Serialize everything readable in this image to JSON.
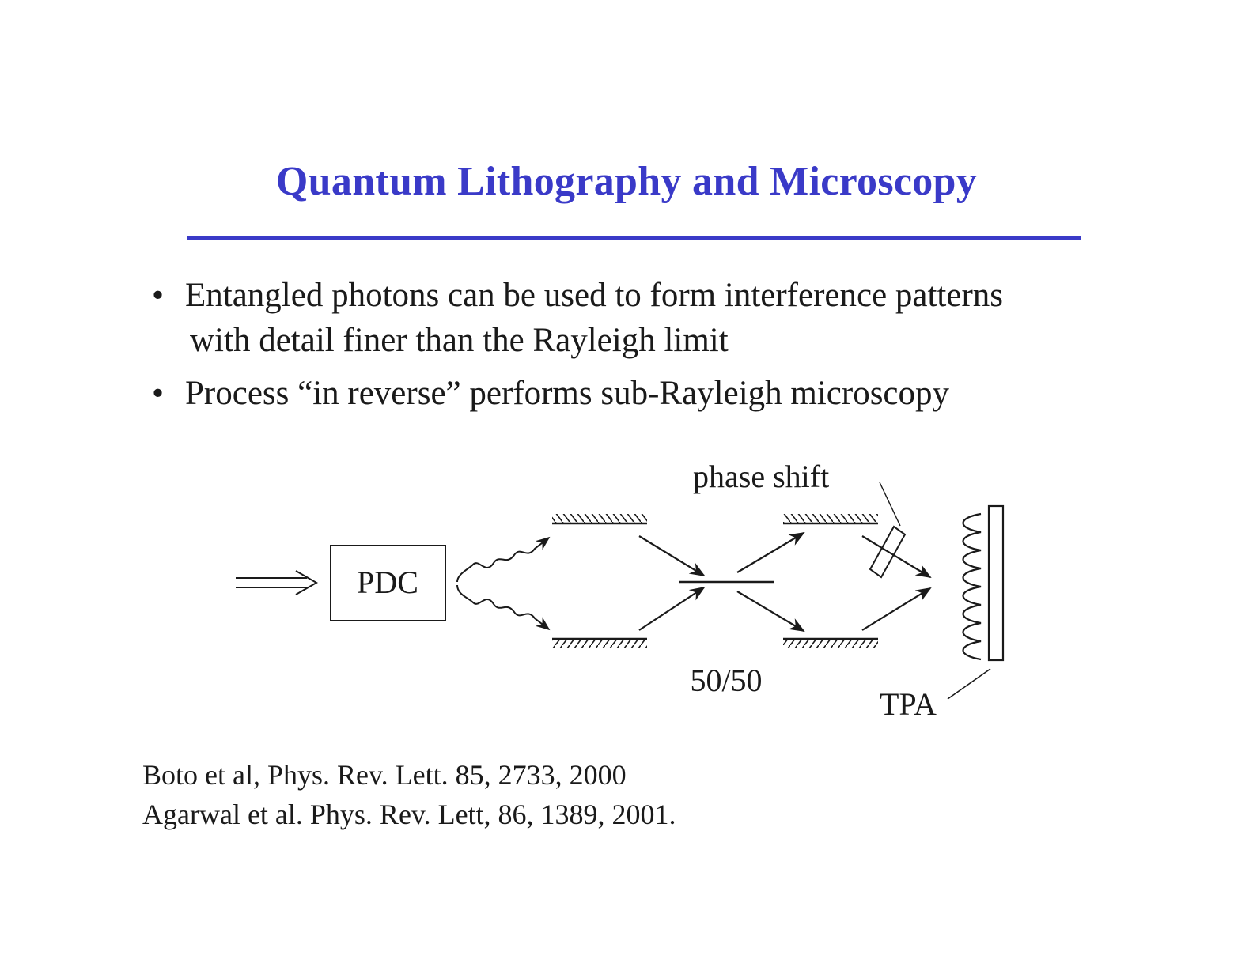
{
  "slide": {
    "title": "Quantum Lithography and Microscopy",
    "title_color": "#3a3ac8",
    "bullets": [
      {
        "line1": "Entangled photons can be used to form interference patterns",
        "line2": "with detail finer than the Rayleigh limit"
      },
      {
        "line1": "Process “in reverse” performs sub-Rayleigh microscopy"
      }
    ],
    "bullet_glyph": "•"
  },
  "diagram": {
    "pdc_label": "PDC",
    "phase_shift_label": "phase shift",
    "beamsplitter_label": "50/50",
    "tpa_label": "TPA"
  },
  "references": [
    "Boto et al, Phys. Rev. Lett.  85, 2733, 2000",
    "Agarwal et al. Phys. Rev. Lett, 86, 1389, 2001."
  ]
}
